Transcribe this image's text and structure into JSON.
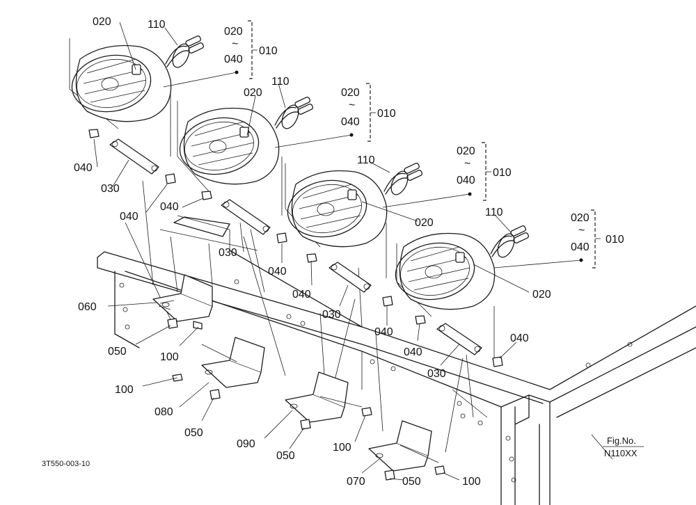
{
  "drawing": {
    "drawing_number": "3T550-003-10",
    "fig_label": "Fig.No.",
    "fig_number": "N110XX",
    "callouts": {
      "c020": "020",
      "c030": "030",
      "c040": "040",
      "c050": "050",
      "c060": "060",
      "c070": "070",
      "c080": "080",
      "c090": "090",
      "c100": "100",
      "c110": "110",
      "c010": "010",
      "tilde": "~"
    }
  }
}
